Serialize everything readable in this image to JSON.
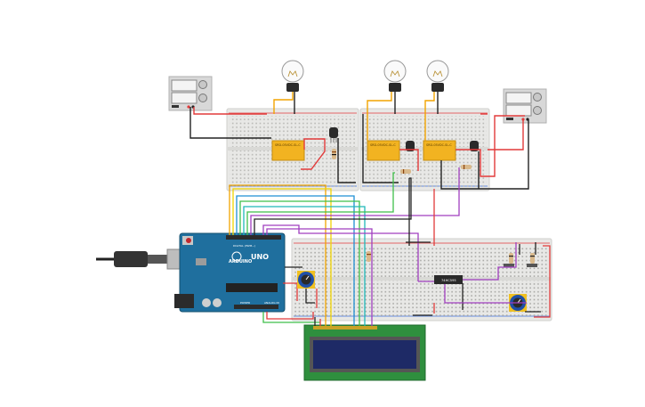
{
  "arduino": {
    "logo_text": "ARDUINO",
    "model_text": "UNO",
    "digital_label": "DIGITAL (PWM~)",
    "analog_label": "ANALOG IN",
    "power_label": "POWER"
  },
  "relays": [
    {
      "label": "SRD-05VDC-SL-C"
    },
    {
      "label": "SRD-05VDC-SL-C"
    },
    {
      "label": "SRD-05VDC-SL-C"
    }
  ],
  "ic": {
    "label": "74HC595"
  },
  "colors": {
    "breadboard": "#e8e8e6",
    "rail_red": "#e23a3a",
    "rail_blue": "#3a6ee2",
    "arduino": "#1f6f9e",
    "lcd_pcb": "#2f8f3e",
    "lcd_screen": "#1e2a66",
    "relay": "#f2b321"
  }
}
